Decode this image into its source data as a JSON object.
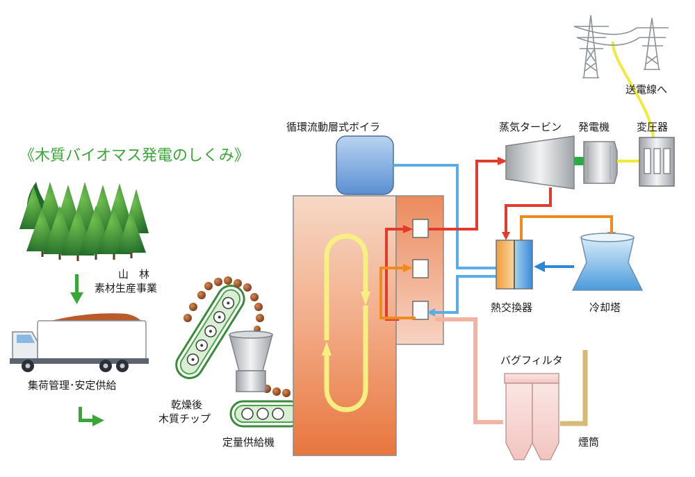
{
  "title": "《木質バイオマス発電のしくみ》",
  "labels": {
    "forest_line1": "山　林",
    "forest_line2": "素材生産事業",
    "collection": "集荷管理･安定供給",
    "dried_chips_line1": "乾燥後",
    "dried_chips_line2": "木質チップ",
    "feeder": "定量供給機",
    "boiler": "循環流動層式ボイラ",
    "turbine": "蒸気タービン",
    "generator": "発電機",
    "transformer": "変圧器",
    "to_grid": "送電線へ",
    "heat_exchanger": "熱交換器",
    "cooling_tower": "冷却塔",
    "bag_filter": "バグフィルタ",
    "chimney": "煙筒"
  },
  "colors": {
    "title_green": "#3aa637",
    "arrow_green": "#3aa637",
    "steam_red": "#e23b2e",
    "hot_orange": "#f08a1e",
    "water_blue": "#5aaee8",
    "cooling_blue": "#2f86d6",
    "flue_pink": "#f1b4a2",
    "chimney_tan": "#d6b877",
    "grid_yellow": "#f0ea3c",
    "shaft_green": "#2fa84a"
  }
}
